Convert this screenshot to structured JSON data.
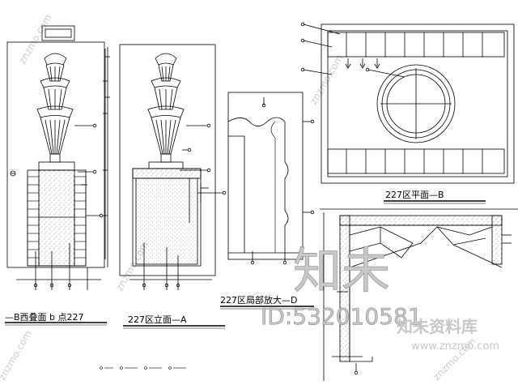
{
  "titles": {
    "section_b": "—B西叠面 b 点227",
    "elevation_a": "227区立面—A",
    "detail_d": "227区局部放大—D",
    "plan_b": "227区平面—B"
  },
  "watermark": {
    "logo_text": "知未",
    "id_text": "ID:532010581",
    "brand_text": "知未资料库",
    "url_text": "www.znzmo.com",
    "diag_text": "znzmo.com"
  },
  "colors": {
    "ink": "#000000",
    "paper": "#ffffff",
    "hatch": "#555555",
    "watermark": "#c8c8c8"
  }
}
